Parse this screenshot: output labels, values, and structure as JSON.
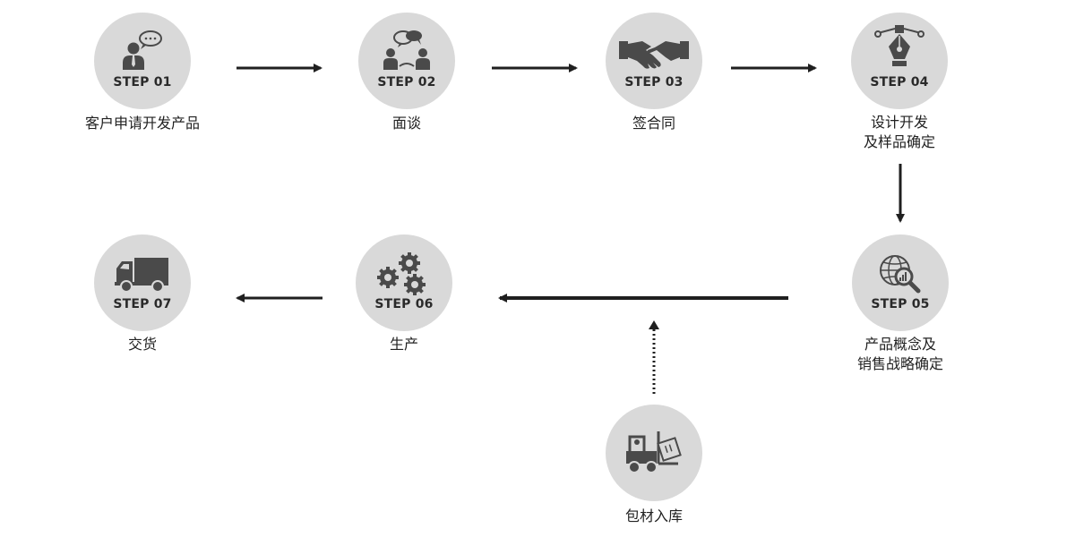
{
  "steps": [
    {
      "id": 1,
      "label": "STEP 01",
      "caption": [
        "客户申请开发产品"
      ],
      "icon": "customer-chat-icon"
    },
    {
      "id": 2,
      "label": "STEP 02",
      "caption": [
        "面谈"
      ],
      "icon": "meeting-icon"
    },
    {
      "id": 3,
      "label": "STEP 03",
      "caption": [
        "签合同"
      ],
      "icon": "handshake-icon"
    },
    {
      "id": 4,
      "label": "STEP 04",
      "caption": [
        "设计开发",
        "及样品确定"
      ],
      "icon": "pen-tool-icon"
    },
    {
      "id": 5,
      "label": "STEP 05",
      "caption": [
        "产品概念及",
        "销售战略确定"
      ],
      "icon": "globe-search-icon"
    },
    {
      "id": 6,
      "label": "STEP 06",
      "caption": [
        "生产"
      ],
      "icon": "gears-icon"
    },
    {
      "id": 7,
      "label": "STEP 07",
      "caption": [
        "交货"
      ],
      "icon": "truck-icon"
    }
  ],
  "aux": {
    "caption": "包材入库",
    "icon": "forklift-icon"
  },
  "colors": {
    "circle": "#d9d9d9",
    "icon": "#4a4a4a",
    "arrow": "#1f1f1f"
  }
}
